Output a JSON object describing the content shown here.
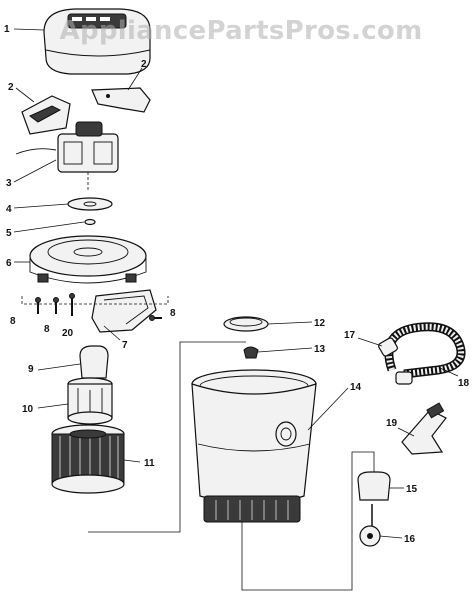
{
  "watermark": "AppliancePartsPros.com",
  "callouts": {
    "c1": "1",
    "c2a": "2",
    "c2b": "2",
    "c3": "3",
    "c4": "4",
    "c5": "5",
    "c6": "6",
    "c7": "7",
    "c8a": "8",
    "c8b": "8",
    "c8c": "8",
    "c9": "9",
    "c10": "10",
    "c11": "11",
    "c12": "12",
    "c13": "13",
    "c14": "14",
    "c15": "15",
    "c16": "16",
    "c17": "17",
    "c18": "18",
    "c19": "19",
    "c20": "20"
  }
}
